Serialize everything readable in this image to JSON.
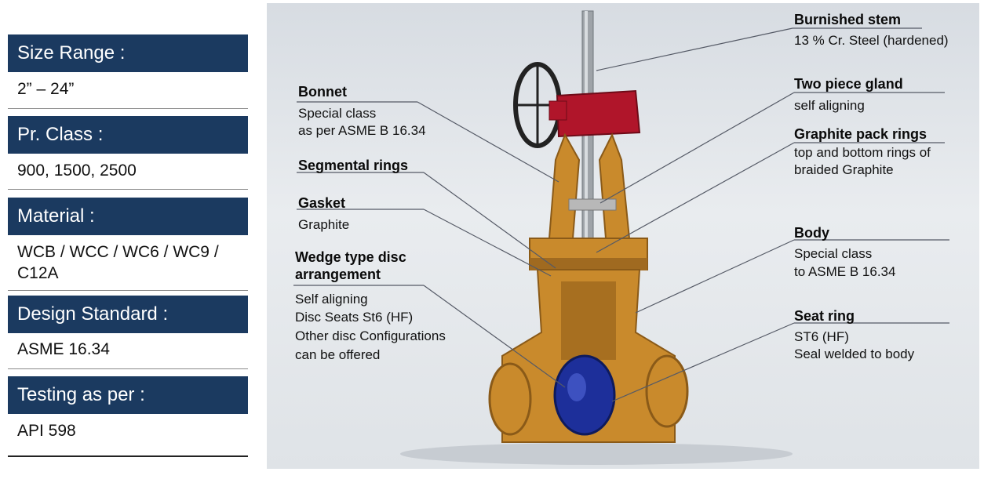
{
  "specs": [
    {
      "label": "Size Range :",
      "value": "2” – 24”"
    },
    {
      "label": "Pr. Class :",
      "value": "900, 1500, 2500"
    },
    {
      "label": "Material :",
      "value": "WCB / WCC / WC6 / WC9 / C12A"
    },
    {
      "label": "Design Standard :",
      "value": "ASME 16.34"
    },
    {
      "label": "Testing as per :",
      "value": "API 598"
    }
  ],
  "callouts": {
    "burnished_stem": {
      "title": "Burnished stem",
      "desc": [
        "13 % Cr. Steel (hardened)"
      ]
    },
    "bonnet": {
      "title": "Bonnet",
      "desc": [
        "Special class",
        "as per ASME B 16.34"
      ]
    },
    "two_piece_gland": {
      "title": "Two piece gland",
      "desc": [
        "self aligning"
      ]
    },
    "graphite_pack_rings": {
      "title": "Graphite pack rings",
      "desc": [
        "top and bottom rings of",
        "braided Graphite"
      ]
    },
    "segmental_rings": {
      "title": "Segmental rings",
      "desc": []
    },
    "gasket": {
      "title": "Gasket",
      "desc": [
        "Graphite"
      ]
    },
    "body": {
      "title": "Body",
      "desc": [
        "Special class",
        "to ASME B 16.34"
      ]
    },
    "wedge_disc": {
      "title": "Wedge type disc arrangement",
      "desc": [
        "Self aligning",
        "Disc Seats St6 (HF)",
        "Other disc Configurations",
        "can be offered"
      ]
    },
    "seat_ring": {
      "title": "Seat ring",
      "desc": [
        "ST6 (HF)",
        "Seal welded to body"
      ]
    }
  },
  "colors": {
    "header_bg": "#1b3a60",
    "valve_body": "#c98a2c",
    "valve_dark": "#8a5a18",
    "actuator": "#b0152a",
    "disc": "#1d2f9a",
    "stem": "#9ea3a8"
  }
}
